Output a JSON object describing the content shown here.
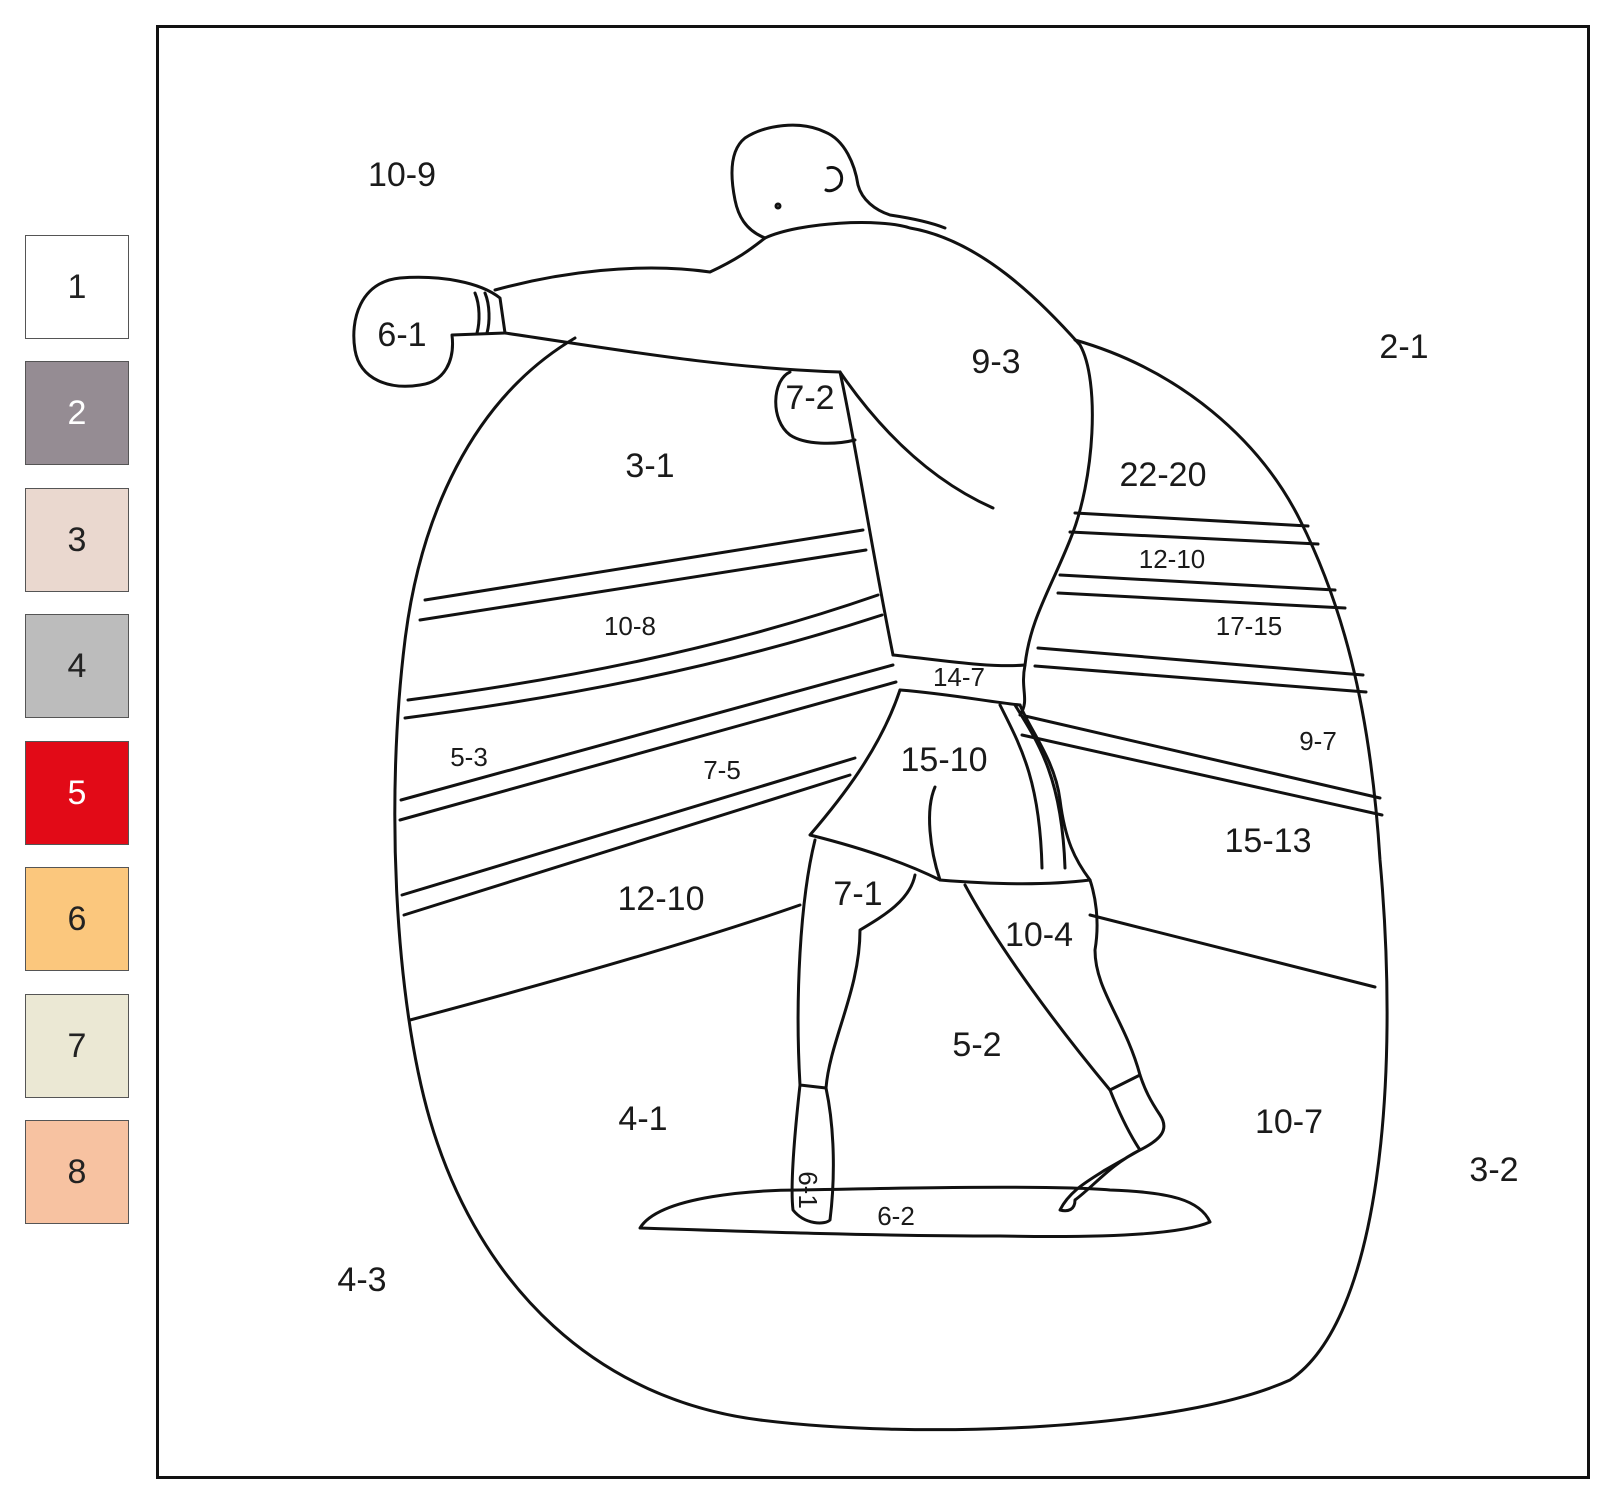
{
  "palette": [
    {
      "number": "1",
      "color": "#ffffff"
    },
    {
      "number": "2",
      "color": "#958c93"
    },
    {
      "number": "3",
      "color": "#ead8cf"
    },
    {
      "number": "4",
      "color": "#bcbcbc"
    },
    {
      "number": "5",
      "color": "#e20a17"
    },
    {
      "number": "6",
      "color": "#fbc77d"
    },
    {
      "number": "7",
      "color": "#ebe8d4"
    },
    {
      "number": "8",
      "color": "#f7c2a1"
    }
  ],
  "regions": [
    {
      "id": "sky-top-left",
      "label": "10-9"
    },
    {
      "id": "glove",
      "label": "6-1"
    },
    {
      "id": "back",
      "label": "9-3"
    },
    {
      "id": "elbow",
      "label": "7-2"
    },
    {
      "id": "background-right",
      "label": "2-1"
    },
    {
      "id": "wall-left",
      "label": "3-1"
    },
    {
      "id": "wall-right",
      "label": "22-20"
    },
    {
      "id": "rope-right-1",
      "label": "12-10"
    },
    {
      "id": "rope-left-1",
      "label": "10-8"
    },
    {
      "id": "rope-right-2",
      "label": "17-15"
    },
    {
      "id": "waistband",
      "label": "14-7"
    },
    {
      "id": "rope-left-2",
      "label": "5-3"
    },
    {
      "id": "rope-right-3",
      "label": "9-7"
    },
    {
      "id": "rope-left-3",
      "label": "7-5"
    },
    {
      "id": "shorts",
      "label": "15-10"
    },
    {
      "id": "wall-right-low",
      "label": "15-13"
    },
    {
      "id": "wall-left-low",
      "label": "12-10"
    },
    {
      "id": "left-leg",
      "label": "7-1"
    },
    {
      "id": "right-leg",
      "label": "10-4"
    },
    {
      "id": "floor-center",
      "label": "5-2"
    },
    {
      "id": "floor-left",
      "label": "4-1"
    },
    {
      "id": "floor-right",
      "label": "10-7"
    },
    {
      "id": "background-bottom-right",
      "label": "3-2"
    },
    {
      "id": "shoe",
      "label": "6-1"
    },
    {
      "id": "shadow",
      "label": "6-2"
    },
    {
      "id": "background-bottom-left",
      "label": "4-3"
    }
  ]
}
